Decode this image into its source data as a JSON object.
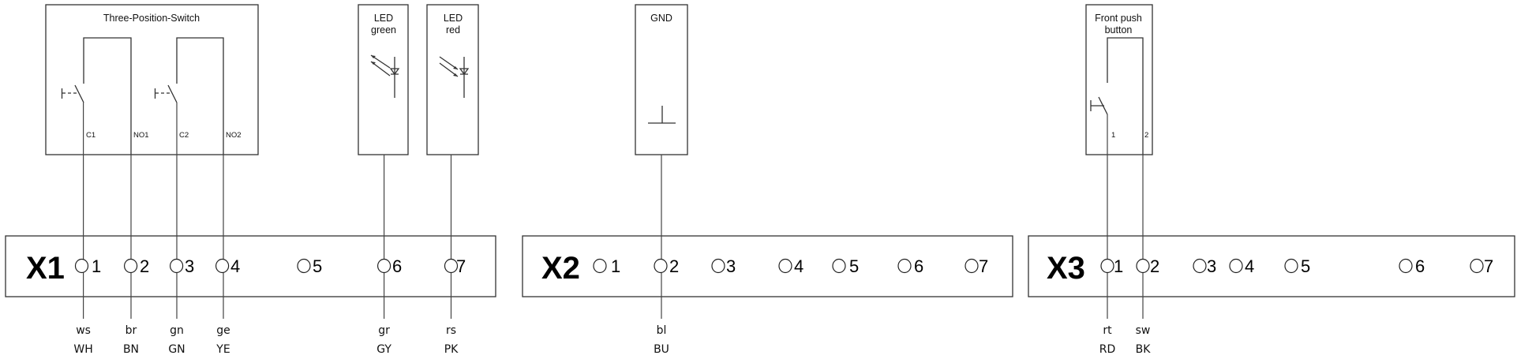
{
  "components": {
    "switch": {
      "title": "Three-Position-Switch",
      "pins": [
        "C1",
        "NO1",
        "C2",
        "NO2"
      ]
    },
    "led_green": {
      "line1": "LED",
      "line2": "green"
    },
    "led_red": {
      "line1": "LED",
      "line2": "red"
    },
    "gnd": {
      "title": "GND"
    },
    "push_button": {
      "line1": "Front push",
      "line2": "button",
      "pins": [
        "1",
        "2"
      ]
    }
  },
  "terminal_blocks": [
    {
      "label": "X1",
      "terminals": [
        "1",
        "2",
        "3",
        "4",
        "5",
        "6",
        "7"
      ]
    },
    {
      "label": "X2",
      "terminals": [
        "1",
        "2",
        "3",
        "4",
        "5",
        "6",
        "7"
      ]
    },
    {
      "label": "X3",
      "terminals": [
        "1",
        "2",
        "3",
        "4",
        "5",
        "6",
        "7"
      ]
    }
  ],
  "wire_colors": [
    {
      "de": "ws",
      "en": "WH"
    },
    {
      "de": "br",
      "en": "BN"
    },
    {
      "de": "gn",
      "en": "GN"
    },
    {
      "de": "ge",
      "en": "YE"
    },
    {
      "de": "gr",
      "en": "GY"
    },
    {
      "de": "rs",
      "en": "PK"
    },
    {
      "de": "bl",
      "en": "BU"
    },
    {
      "de": "rt",
      "en": "RD"
    },
    {
      "de": "sw",
      "en": "BK"
    }
  ]
}
